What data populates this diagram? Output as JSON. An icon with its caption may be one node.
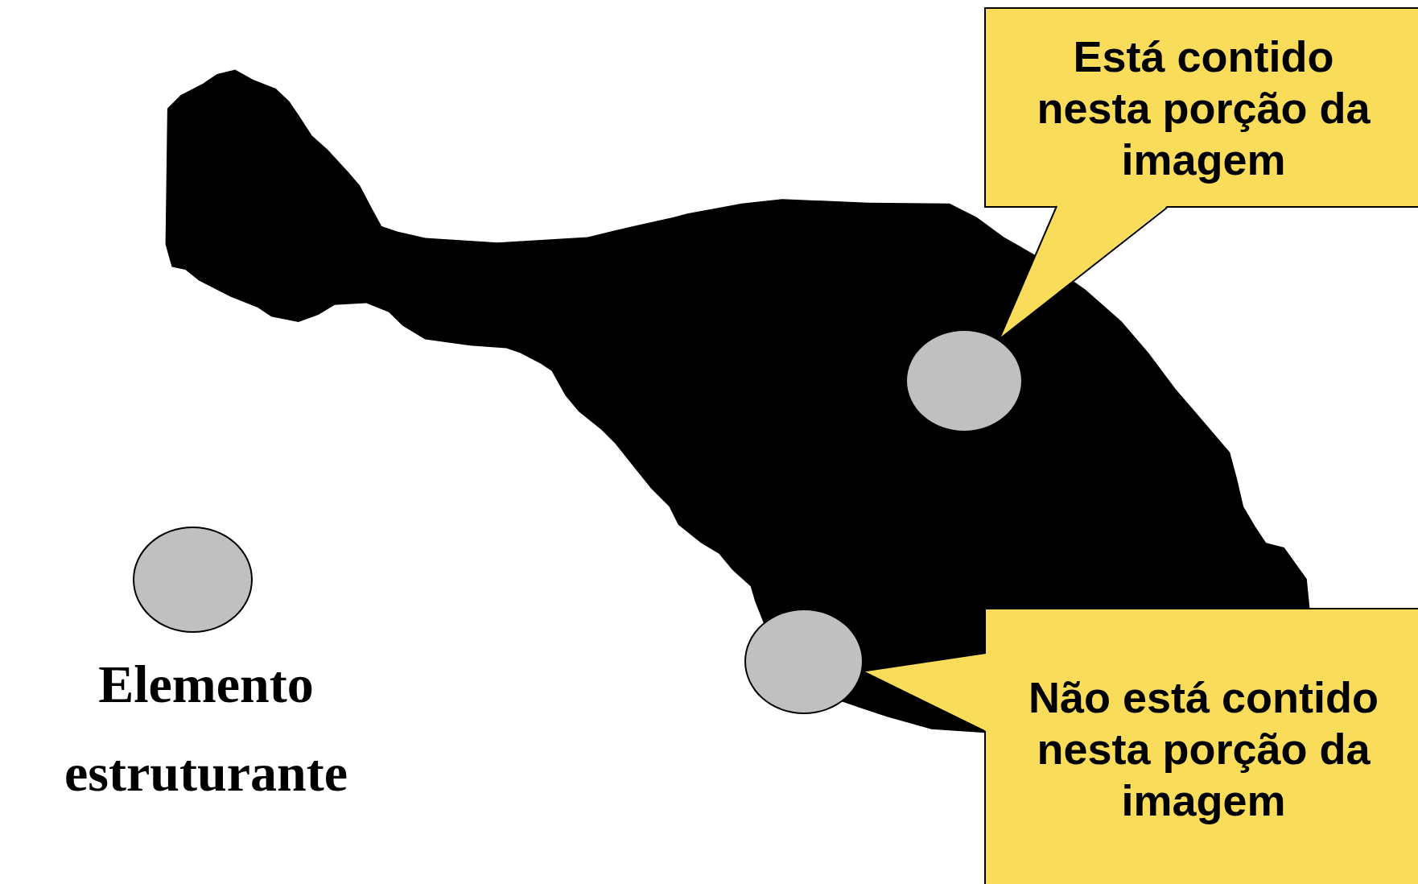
{
  "diagram": {
    "nodes": [
      {
        "text": [
          "Está contido nesta porção da imagem"
        ]
      },
      {
        "text": [],
        "shape": "circle"
      },
      {
        "text": [],
        "shape": "circle",
        "beside": [
          "Elemento estruturante"
        ]
      },
      {
        "text": [],
        "shape": "circle"
      },
      {
        "text": [
          "Não está contido nesta porção da imagem"
        ]
      }
    ],
    "edges": [
      {
        "from": 0,
        "to": 1,
        "arrow": "none"
      },
      {
        "from": 4,
        "to": 3,
        "arrow": "none"
      }
    ]
  }
}
